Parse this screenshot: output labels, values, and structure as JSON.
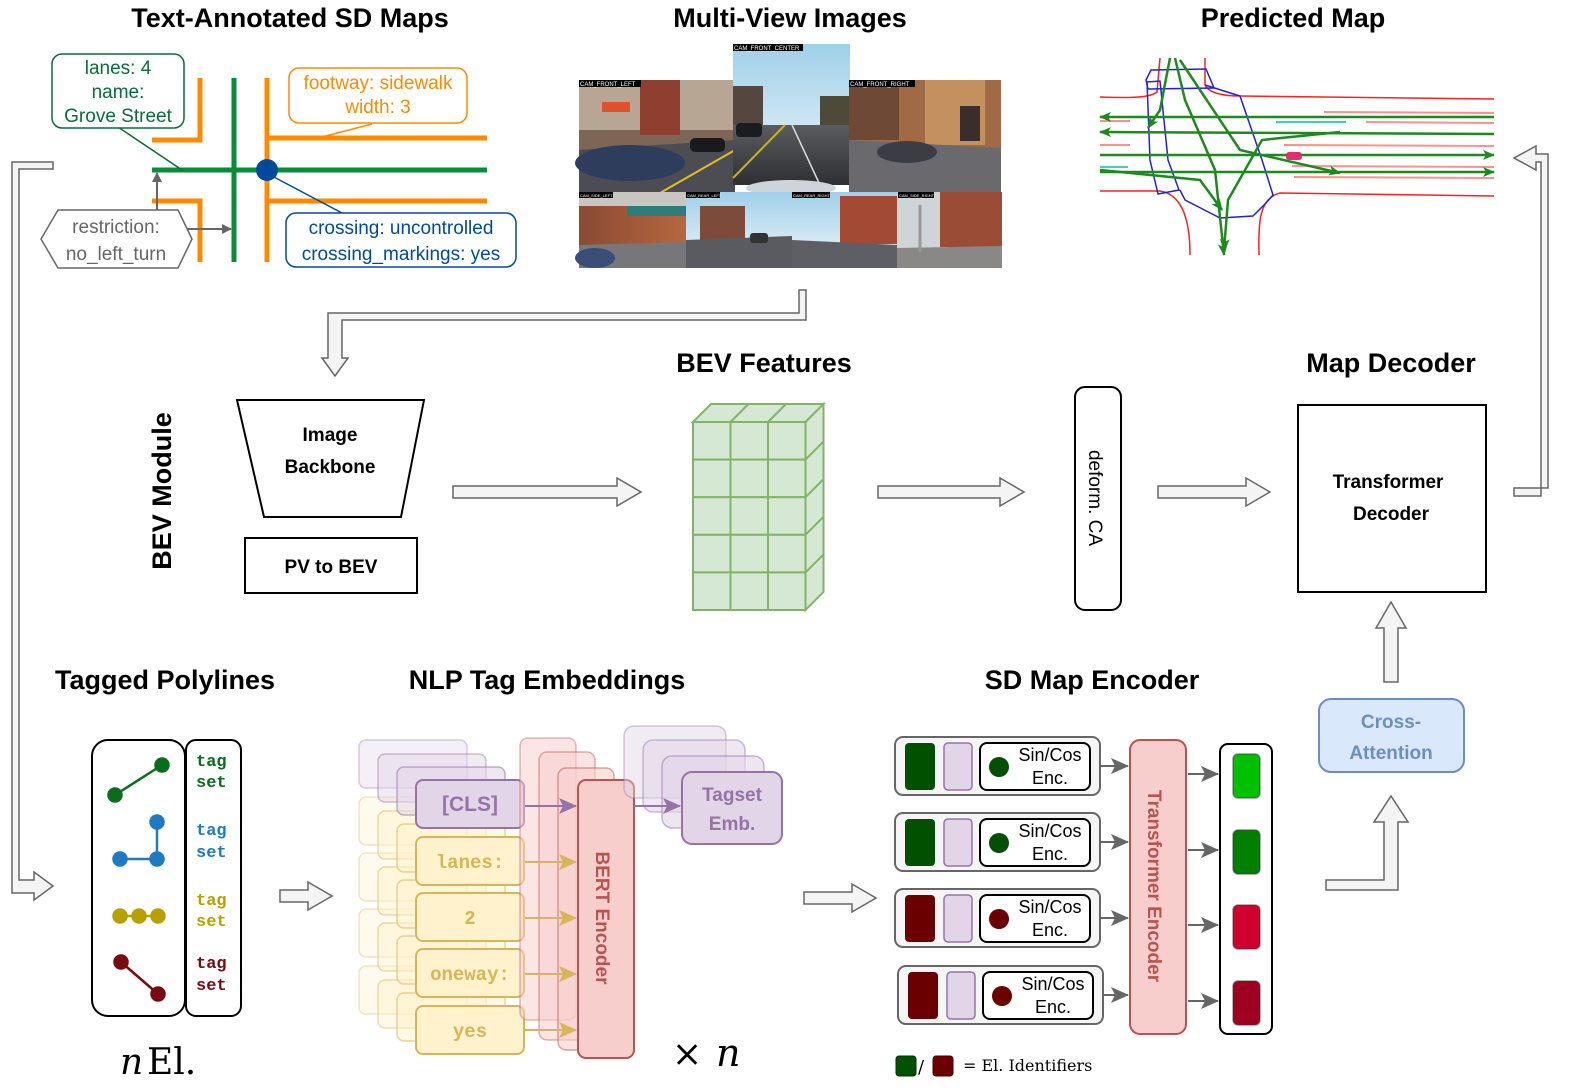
{
  "sections": {
    "sd_maps": {
      "title": "Text-Annotated SD Maps",
      "road_label": [
        "lanes: 4",
        "name:",
        "Grove Street"
      ],
      "footway_label": [
        "footway: sidewalk",
        "width: 3"
      ],
      "restriction_label": [
        "restriction:",
        "no_left_turn"
      ],
      "crossing_label": [
        "crossing: uncontrolled",
        "crossing_markings: yes"
      ]
    },
    "multi_view": {
      "title": "Multi-View Images",
      "cameras": [
        "CAM_FRONT_LEFT",
        "CAM_FRONT_CENTER",
        "CAM_FRONT_RIGHT",
        "CAM_SIDE_LEFT",
        "CAM_REAR_LEFT",
        "CAM_REAR_RIGHT",
        "CAM_SIDE_RIGHT"
      ]
    },
    "predicted_map": {
      "title": "Predicted Map"
    },
    "bev_module": {
      "label": "BEV Module",
      "backbone": [
        "Image",
        "Backbone"
      ],
      "pv_to_bev": "PV to BEV"
    },
    "bev_features": {
      "title": "BEV Features"
    },
    "deform_ca": {
      "label": "deform. CA"
    },
    "map_decoder": {
      "title": "Map Decoder",
      "block": [
        "Transformer",
        "Decoder"
      ]
    },
    "tagged_polylines": {
      "title": "Tagged Polylines",
      "tags": [
        {
          "line1": "tag",
          "line2": "set",
          "color": "#0b6b1e"
        },
        {
          "line1": "tag",
          "line2": "set",
          "color": "#1f7bbf"
        },
        {
          "line1": "tag",
          "line2": "set",
          "color": "#b8a000"
        },
        {
          "line1": "tag",
          "line2": "set",
          "color": "#7a0a12"
        }
      ],
      "footer_var": "n",
      "footer_text": "El."
    },
    "nlp": {
      "title": "NLP Tag Embeddings",
      "tokens": [
        "[CLS]",
        "lanes:",
        "2",
        "oneway:",
        "yes"
      ],
      "encoder": "BERT Encoder",
      "output": [
        "Tagset",
        "Emb."
      ],
      "times": "×",
      "times_var": "n"
    },
    "sd_encoder": {
      "title": "SD Map Encoder",
      "rows": [
        {
          "enc": [
            "Sin/Cos",
            "Enc."
          ],
          "id_color": "#005000"
        },
        {
          "enc": [
            "Sin/Cos",
            "Enc."
          ],
          "id_color": "#005000"
        },
        {
          "enc": [
            "Sin/Cos",
            "Enc."
          ],
          "id_color": "#6a0000"
        },
        {
          "enc": [
            "Sin/Cos",
            "Enc."
          ],
          "id_color": "#6a0000"
        }
      ],
      "transformer": "Transformer Encoder",
      "outputs": [
        "#00c000",
        "#008000",
        "#d0002c",
        "#a00020"
      ],
      "legend_slash": "/",
      "legend_text": "= El. Identifiers"
    },
    "cross_attention": [
      "Cross-",
      "Attention"
    ]
  },
  "colors": {
    "road_green": "#0b8a3a",
    "footway_orange": "#ff8a00",
    "crossing_blue": "#004a99",
    "restriction_gray": "#666666",
    "bev_green": "#82b366",
    "bert_red": "#b85450",
    "token_yellow": "#d6b656",
    "cls_purple": "#9673a6",
    "cross_blue": "#6c8ebf"
  }
}
